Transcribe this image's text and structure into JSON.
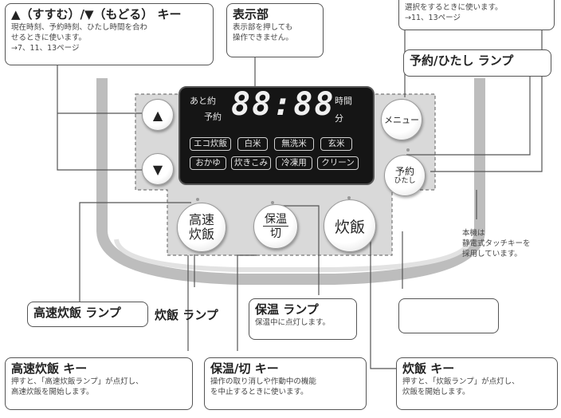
{
  "callouts": {
    "nav_keys": {
      "title": "▲（すすむ）/▼（もどる） キー",
      "desc1": "現在時刻、予約時刻、ひたし時間を合わ",
      "desc2": "せるときに使います。",
      "desc3": "→7、11、13ページ"
    },
    "display": {
      "title": "表示部",
      "desc1": "表示部を押しても",
      "desc2": "操作できません。"
    },
    "menu": {
      "desc1": "選択をするときに使います。",
      "desc2": "→11、13ページ"
    },
    "yoyaku_lamp": {
      "title": "予約/ひたし ランプ"
    },
    "touch_note": {
      "line1": "本機は",
      "line2": "静電式タッチキーを",
      "line3": "採用しています。"
    },
    "kosoku_lamp": {
      "title": "高速炊飯 ランプ"
    },
    "suihan_lamp": {
      "title": "炊飯 ランプ"
    },
    "hoon_lamp": {
      "title": "保温 ランプ",
      "desc": "保温中に点灯します。"
    },
    "kosoku_key": {
      "title": "高速炊飯 キー",
      "desc1": "押すと、「高速炊飯ランプ」が点灯し、",
      "desc2": "高速炊飯を開始します。"
    },
    "hoon_key": {
      "title": "保温/切 キー",
      "desc1": "操作の取り消しや作動中の機能",
      "desc2": "を中止するときに使います。"
    },
    "suihan_key": {
      "title": "炊飯 キー",
      "desc1": "押すと、「炊飯ランプ」が点灯し、",
      "desc2": "炊飯を開始します。"
    }
  },
  "lcd": {
    "ato": "あと約",
    "yoyaku": "予約",
    "digits": "88:88",
    "jikan": "時間",
    "fun": "分",
    "chips_row1": [
      "エコ炊飯",
      "白米",
      "無洗米",
      "玄米"
    ],
    "chips_row2": [
      "おかゆ",
      "炊きこみ",
      "冷凍用",
      "クリーン"
    ]
  },
  "buttons": {
    "up": "▲",
    "down": "▼",
    "menu": "メニュー",
    "yoyaku_l1": "予約",
    "yoyaku_l2": "ひたし",
    "kosoku_l1": "高速",
    "kosoku_l2": "炊飯",
    "hoon_l1": "保温",
    "hoon_l2": "切",
    "suihan": "炊飯"
  }
}
